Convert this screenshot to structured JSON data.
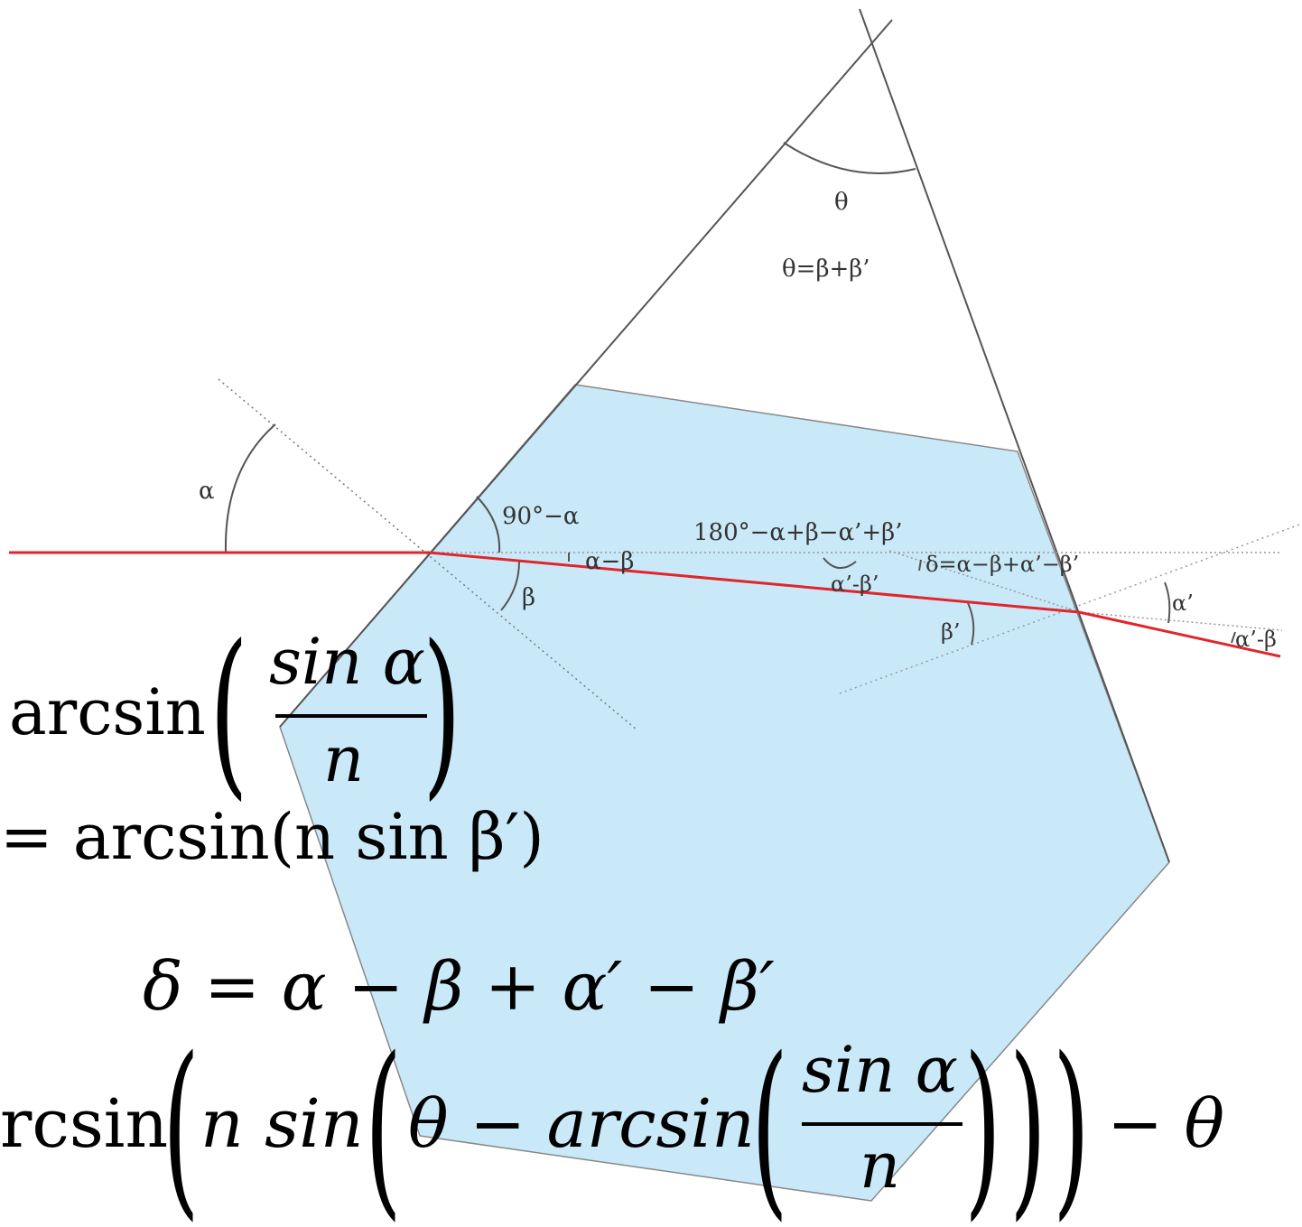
{
  "diagram": {
    "labels": {
      "theta": "θ",
      "theta_relation": "θ=β+β’",
      "alpha": "α",
      "ninety_minus_alpha": "90°−α",
      "alpha_minus_beta": "α−β",
      "beta": "β",
      "angle_sum": "180°−α+β−α’+β’",
      "delta_relation": "δ=α−β+α’−β’",
      "alpha_prime_minus_beta_prime": "α’-β’",
      "beta_prime": "β’",
      "alpha_prime": "α’",
      "alpha_prime_minus_beta_right": "α’-β"
    },
    "colors": {
      "prism_fill": "#c9e9f9",
      "ray": "#e0262b",
      "lines": "#555555"
    }
  },
  "equations": {
    "eq1_left": "arcsin",
    "eq1_num": "sin α",
    "eq1_den": "n",
    "eq2": "= arcsin(n sin β′)",
    "eq3": "δ = α − β + α′ − β′",
    "eq4_left": "rcsin",
    "eq4_mid": "n sin",
    "eq4_theta": "θ − arcsin",
    "eq4_num": "sin α",
    "eq4_den": "n",
    "eq4_end": "− θ"
  }
}
